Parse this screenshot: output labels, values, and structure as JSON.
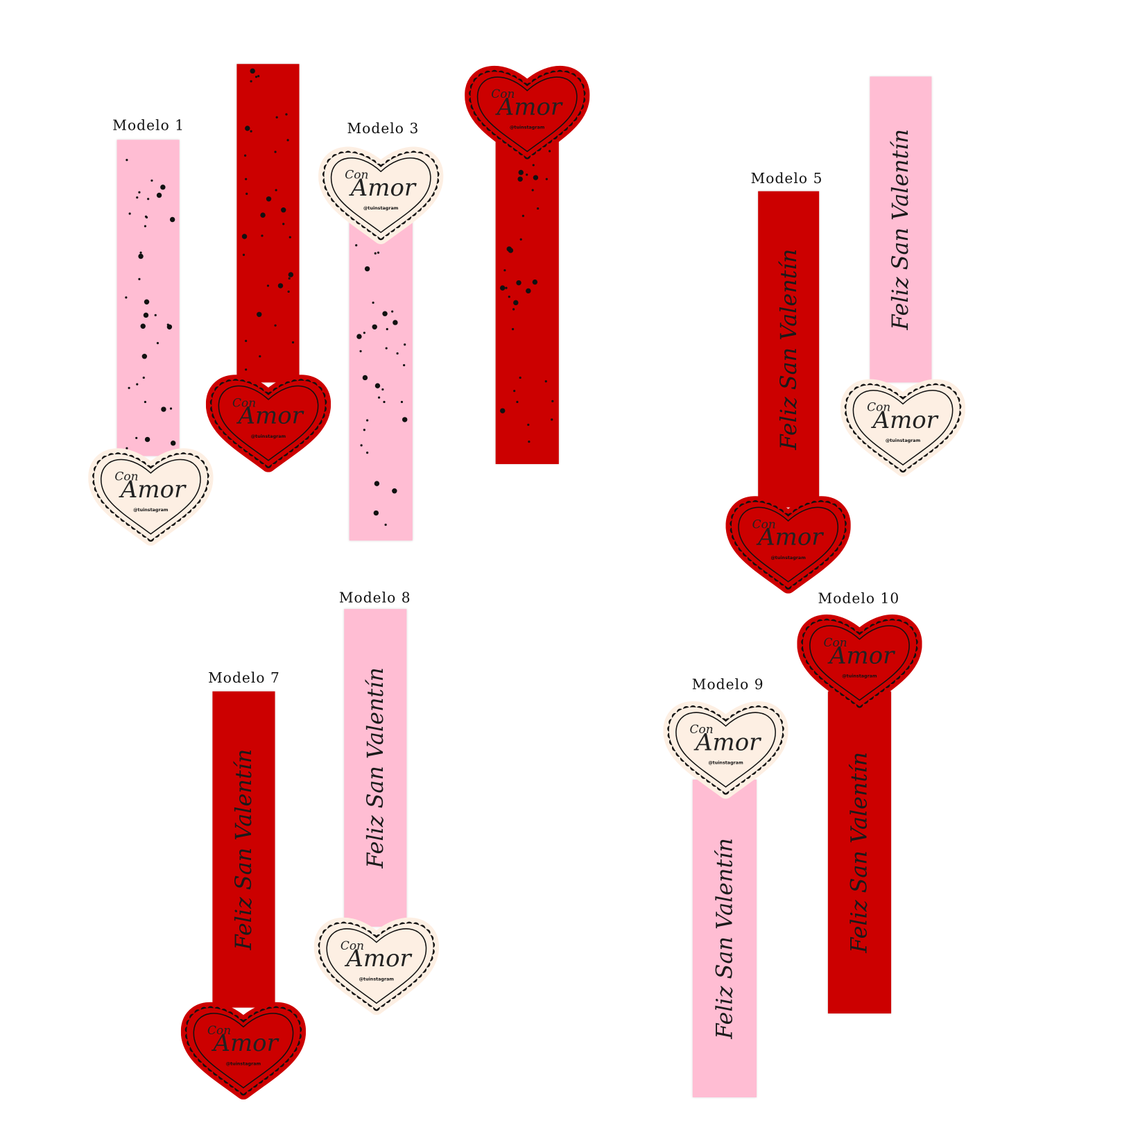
{
  "colors": {
    "pink": "#ffbdd3",
    "red": "#cc0000",
    "cream": "#fdefe3",
    "black": "#111111"
  },
  "heart_text": {
    "con": "Con",
    "amor": "Amor",
    "handle": "@tuinstagram"
  },
  "strip_text": "Feliz San Valentín",
  "models": [
    {
      "label": "Modelo 1",
      "strip": "pink",
      "heart": "cream",
      "pattern": "dots"
    },
    {
      "label": null,
      "strip": "red",
      "heart": "red",
      "pattern": "dots"
    },
    {
      "label": "Modelo 3",
      "strip": "pink",
      "heart": "cream",
      "pattern": "dots"
    },
    {
      "label": null,
      "strip": "red",
      "heart": "red",
      "pattern": "dots"
    },
    {
      "label": "Modelo 5",
      "strip": "red",
      "heart": "red",
      "pattern": "text"
    },
    {
      "label": null,
      "strip": "pink",
      "heart": "cream",
      "pattern": "text"
    },
    {
      "label": "Modelo 7",
      "strip": "red",
      "heart": "red",
      "pattern": "text"
    },
    {
      "label": "Modelo 8",
      "strip": "pink",
      "heart": "cream",
      "pattern": "text"
    },
    {
      "label": "Modelo 9",
      "strip": "pink",
      "heart": "cream",
      "pattern": "text"
    },
    {
      "label": "Modelo 10",
      "strip": "red",
      "heart": "red",
      "pattern": "text"
    }
  ]
}
